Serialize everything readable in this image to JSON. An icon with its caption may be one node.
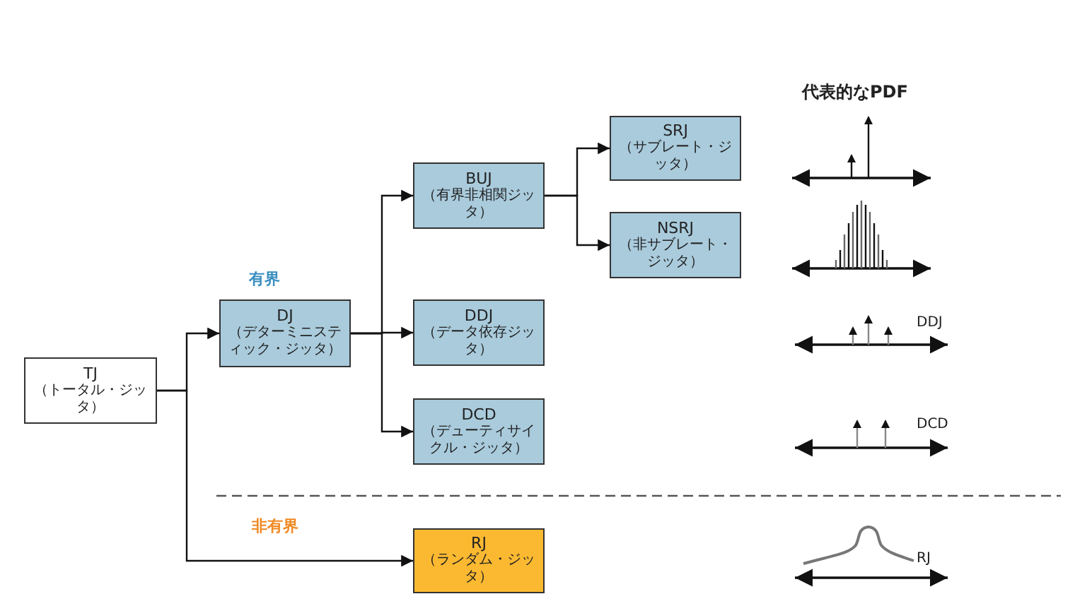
{
  "diagram": {
    "nodes": [
      {
        "text": [
          "TJ",
          "（トータル・ジッタ）"
        ]
      },
      {
        "text": [
          "DJ",
          "（デターミニスティック・ジッタ）"
        ]
      },
      {
        "text": [
          "BUJ",
          "（有界非相関ジッタ）"
        ]
      },
      {
        "text": [
          "SRJ",
          "（サブレート・ジッタ）"
        ]
      },
      {
        "text": [
          "NSRJ",
          "（非サブレート・ジッタ）"
        ]
      },
      {
        "text": [
          "DDJ",
          "（データ依存ジッタ）"
        ]
      },
      {
        "text": [
          "DCD",
          "（デューティサイクル・ジッタ）"
        ]
      },
      {
        "text": [
          "RJ",
          "（ランダム・ジッタ）"
        ]
      }
    ],
    "edges": [
      {
        "from": 0,
        "to": 1,
        "arrow": "to"
      },
      {
        "from": 0,
        "to": 7,
        "arrow": "to"
      },
      {
        "from": 1,
        "to": 2,
        "arrow": "to"
      },
      {
        "from": 1,
        "to": 5,
        "arrow": "to"
      },
      {
        "from": 1,
        "to": 6,
        "arrow": "to"
      },
      {
        "from": 2,
        "to": 3,
        "arrow": "to"
      },
      {
        "from": 2,
        "to": 4,
        "arrow": "to"
      }
    ],
    "labels": [
      "代表的なPDF",
      "有界",
      "DDJ",
      "DCD",
      "非有界",
      "RJ"
    ]
  }
}
